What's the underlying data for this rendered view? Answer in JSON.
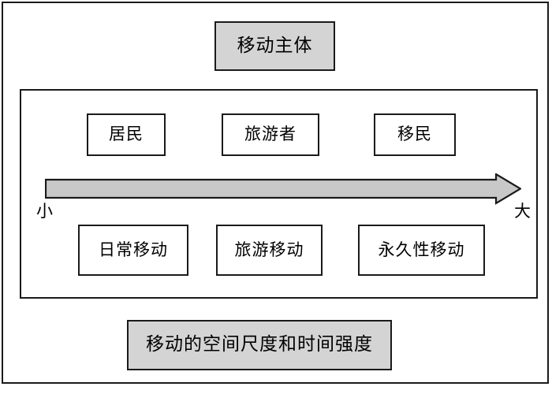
{
  "figure": {
    "title_box": {
      "label": "移动主体",
      "fill": "#d4d4d4"
    },
    "caption_box": {
      "label": "移动的空间尺度和时间强度",
      "fill": "#d4d4d4"
    },
    "subjects": [
      {
        "label": "居民"
      },
      {
        "label": "旅游者"
      },
      {
        "label": "移民"
      }
    ],
    "mobilities": [
      {
        "label": "日常移动"
      },
      {
        "label": "旅游移动"
      },
      {
        "label": "永久性移动"
      }
    ],
    "axis": {
      "icon": "right-arrow-icon",
      "low_label": "小",
      "high_label": "大",
      "fill": "#c8c8c8",
      "stroke": "#1a1a1a"
    },
    "colors": {
      "stroke": "#1a1a1a",
      "box_fill": "#ffffff",
      "shaded_fill": "#d4d4d4",
      "background": "#ffffff"
    }
  }
}
